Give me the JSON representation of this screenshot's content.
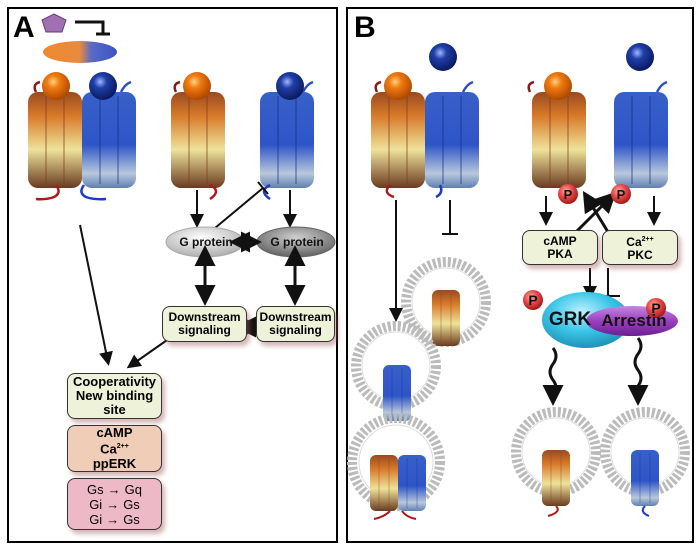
{
  "panels": {
    "A": {
      "label": "A",
      "g_protein_left": "G protein",
      "g_protein_right": "G protein",
      "downstream_left": [
        "Downstream",
        "signaling"
      ],
      "downstream_right": [
        "Downstream",
        "signaling"
      ],
      "cooperativity_box": [
        "Cooperativity",
        "New binding",
        "site"
      ],
      "second_messenger_box": {
        "line1": "cAMP",
        "line2_base": "Ca",
        "line2_sup": "2++",
        "line3": "ppERK"
      },
      "switch_box": [
        {
          "from": "Gs",
          "arrow": "→",
          "to": "Gq"
        },
        {
          "from": "Gi",
          "arrow": "→",
          "to": "Gs"
        },
        {
          "from": "Gi",
          "arrow": "→",
          "to": "Gs"
        }
      ]
    },
    "B": {
      "label": "B",
      "camp_pka": [
        "cAMP",
        "PKA"
      ],
      "ca_pkc": {
        "base": "Ca",
        "sup": "2++",
        "line2": "PKC"
      },
      "phospho": "P",
      "grk": "GRK",
      "arrestin": "Arrestin"
    }
  },
  "colors": {
    "receptor_orange": "#d87a2a",
    "receptor_blue": "#2e55c8",
    "ligand_orange": "#f07b10",
    "ligand_blue": "#1f3fa8",
    "ligand_purple": "#a070b0",
    "grk_cyan": "#3cc6e8",
    "arrestin_purple": "#9b3fc0",
    "phospho_red": "#e84a4a"
  }
}
